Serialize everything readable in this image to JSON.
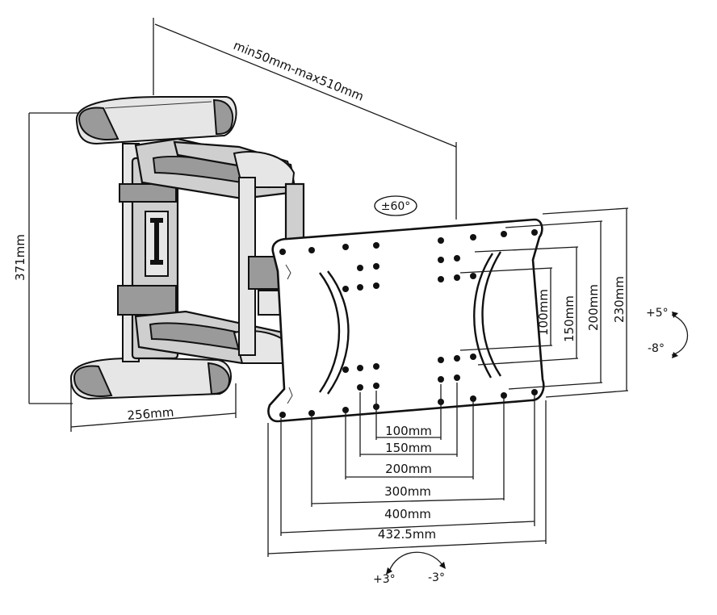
{
  "dimensions": {
    "depth": "min50mm-max510mm",
    "height": "371mm",
    "wall_width": "256mm",
    "horizontal": [
      "100mm",
      "150mm",
      "200mm",
      "300mm",
      "400mm",
      "432.5mm"
    ],
    "vertical": [
      "100mm",
      "150mm",
      "200mm",
      "230mm"
    ]
  },
  "angles": {
    "swivel": "±60°",
    "tilt_up": "+5°",
    "tilt_down": "-8°",
    "rotate_plus": "+3°",
    "rotate_minus": "-3°"
  }
}
